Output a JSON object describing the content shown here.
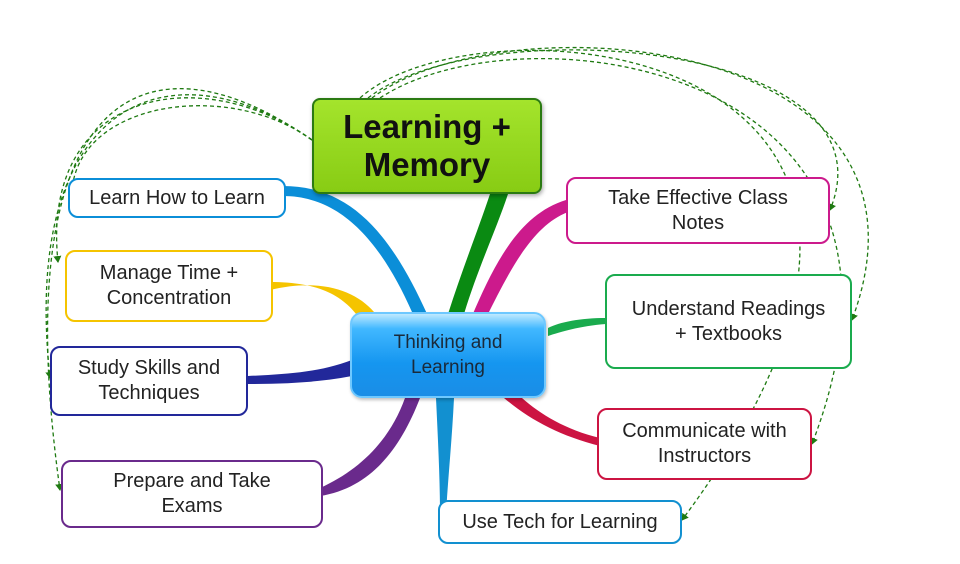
{
  "center": {
    "label": "Thinking and\nLearning"
  },
  "memory": {
    "label": "Learning +\nMemory"
  },
  "branches": {
    "learn_how": "Learn How to Learn",
    "manage_time": "Manage Time +\nConcentration",
    "study_skills": "Study Skills and\nTechniques",
    "exams": "Prepare and Take\nExams",
    "class_notes": "Take Effective Class\nNotes",
    "readings": "Understand Readings\n+ Textbooks",
    "instructors": "Communicate with\nInstructors",
    "tech": "Use Tech for Learning"
  },
  "colors": {
    "learn_how": "#0b8ed8",
    "manage_time": "#f5c400",
    "study_skills": "#22289a",
    "exams": "#6a2a8c",
    "class_notes": "#cc1a8c",
    "readings": "#1aab4e",
    "instructors": "#cc1442",
    "tech": "#1290d0",
    "memory": "#0a8a12",
    "dashed_links": "#1f7a12"
  }
}
